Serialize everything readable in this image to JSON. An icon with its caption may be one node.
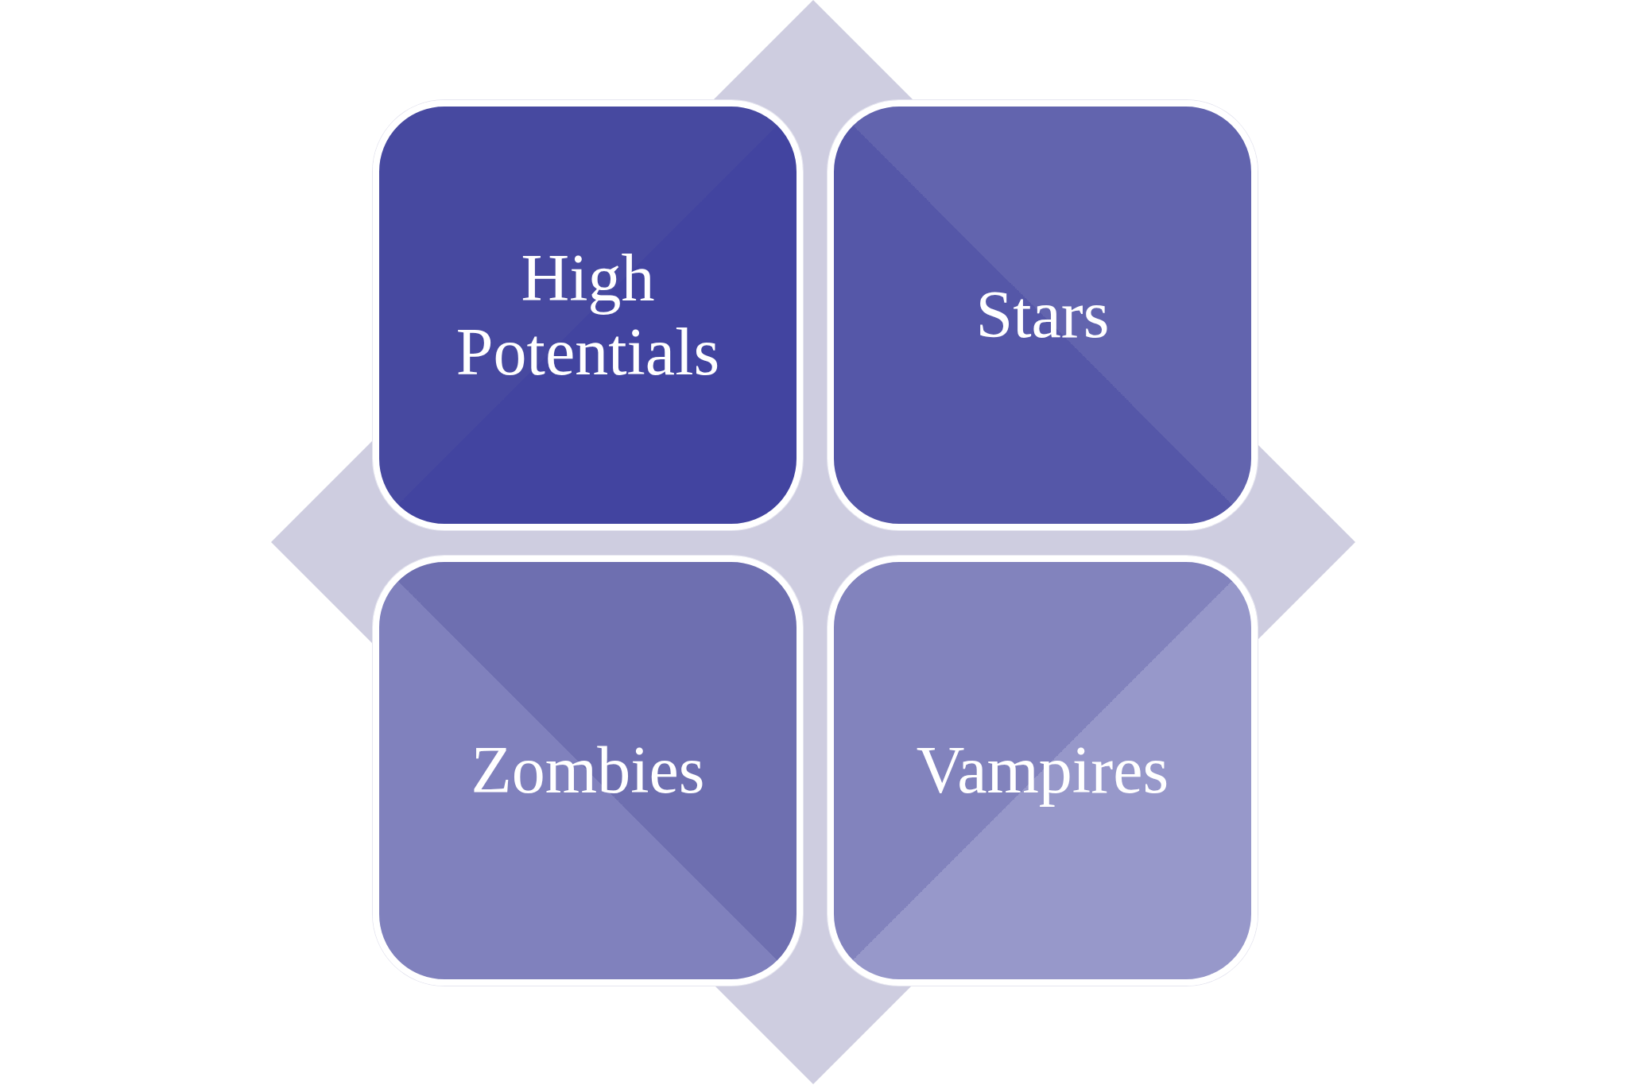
{
  "diagram": {
    "nodes": [
      {
        "text": [
          "High Potentials"
        ]
      },
      {
        "text": [
          "Stars"
        ]
      },
      {
        "text": [
          "Zombies"
        ]
      },
      {
        "text": [
          "Vampires"
        ]
      }
    ]
  }
}
